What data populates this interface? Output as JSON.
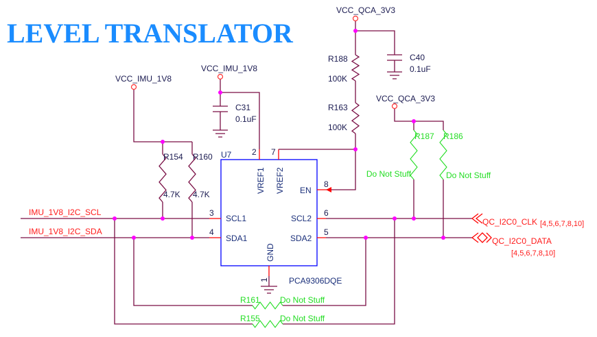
{
  "title": "LEVEL TRANSLATOR",
  "colors": {
    "wire": "#7a0f45",
    "pin": "#ff0000",
    "chip_outline": "#0000ff",
    "junction": "#ff00ff",
    "dns_part": "#22dd22",
    "title": "#1a8cff",
    "net_label": "#ff1a1a"
  },
  "power": {
    "imu_left": "VCC_IMU_1V8",
    "imu_mid": "VCC_IMU_1V8",
    "qca_top": "VCC_QCA_3V3",
    "qca_right": "VCC_QCA_3V3"
  },
  "chip": {
    "ref": "U7",
    "part": "PCA9306DQE",
    "pins": {
      "vref1": "VREF1",
      "vref2": "VREF2",
      "en": "EN",
      "scl1": "SCL1",
      "sda1": "SDA1",
      "scl2": "SCL2",
      "sda2": "SDA2",
      "gnd": "GND"
    },
    "pin_numbers": {
      "vref1": "2",
      "vref2": "7",
      "en": "8",
      "scl1": "3",
      "sda1": "4",
      "scl2": "6",
      "sda2": "5",
      "gnd": "1"
    }
  },
  "parts": {
    "r154": {
      "ref": "R154",
      "value": "4.7K"
    },
    "r160": {
      "ref": "R160",
      "value": "4.7K"
    },
    "c31": {
      "ref": "C31",
      "value": "0.1uF"
    },
    "c40": {
      "ref": "C40",
      "value": "0.1uF"
    },
    "r188": {
      "ref": "R188",
      "value": "100K"
    },
    "r163": {
      "ref": "R163",
      "value": "100K"
    },
    "r187": {
      "ref": "R187",
      "value": "Do Not Stuff"
    },
    "r186": {
      "ref": "R186",
      "value": "Do Not Stuff"
    },
    "r161": {
      "ref": "R161",
      "value": "Do Not Stuff"
    },
    "r155": {
      "ref": "R155",
      "value": "Do Not Stuff"
    }
  },
  "nets": {
    "imu_scl": "IMU_1V8_I2C_SCL",
    "imu_sda": "IMU_1V8_I2C_SDA",
    "qc_clk": "QC_I2C0_CLK",
    "qc_clk_pages": "[4,5,6,7,8,10]",
    "qc_data": "QC_I2C0_DATA",
    "qc_data_pages": "[4,5,6,7,8,10]"
  }
}
